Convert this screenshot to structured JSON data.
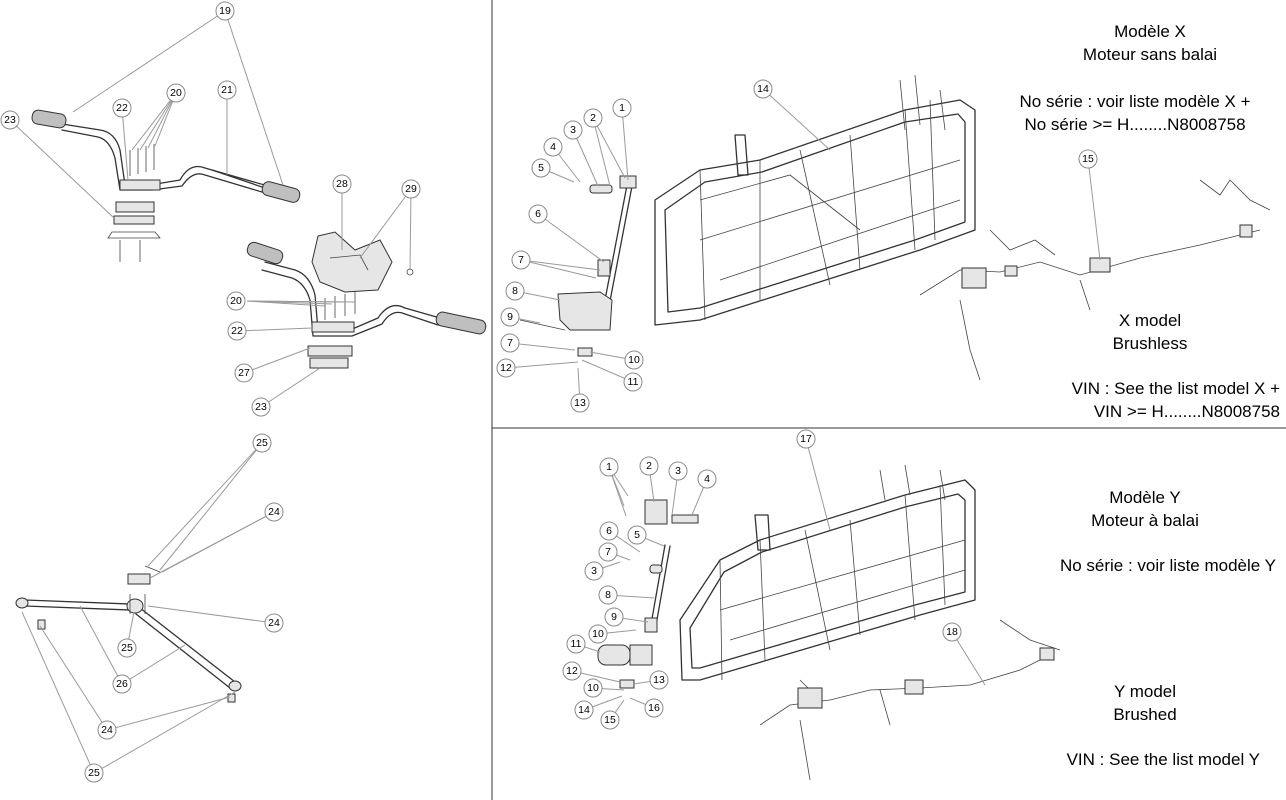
{
  "panels": {
    "handlebar": {
      "callouts": [
        "19",
        "20",
        "21",
        "22",
        "23",
        "28",
        "29",
        "20",
        "22",
        "27",
        "23"
      ]
    },
    "tie_rods": {
      "callouts": [
        "25",
        "24",
        "24",
        "25",
        "26",
        "24",
        "25"
      ]
    },
    "model_x": {
      "callouts": [
        "1",
        "2",
        "3",
        "4",
        "5",
        "6",
        "7",
        "8",
        "9",
        "7",
        "12",
        "10",
        "11",
        "13",
        "14",
        "15"
      ],
      "fr_title_line1": "Modèle X",
      "fr_title_line2": "Moteur sans balai",
      "fr_serial_line1": "No série : voir liste modèle X +",
      "fr_serial_line2": "No série >= H........N8008758",
      "en_title_line1": "X model",
      "en_title_line2": "Brushless",
      "en_vin_line1": "VIN : See the list model X +",
      "en_vin_line2": "VIN >= H........N8008758"
    },
    "model_y": {
      "callouts": [
        "1",
        "2",
        "3",
        "4",
        "6",
        "5",
        "7",
        "3",
        "8",
        "9",
        "10",
        "11",
        "12",
        "13",
        "10",
        "14",
        "15",
        "16",
        "17",
        "18"
      ],
      "fr_title_line1": "Modèle Y",
      "fr_title_line2": "Moteur à balai",
      "fr_serial": "No série : voir liste modèle Y",
      "en_title_line1": "Y model",
      "en_title_line2": "Brushed",
      "en_vin": "VIN : See the list model Y"
    }
  }
}
